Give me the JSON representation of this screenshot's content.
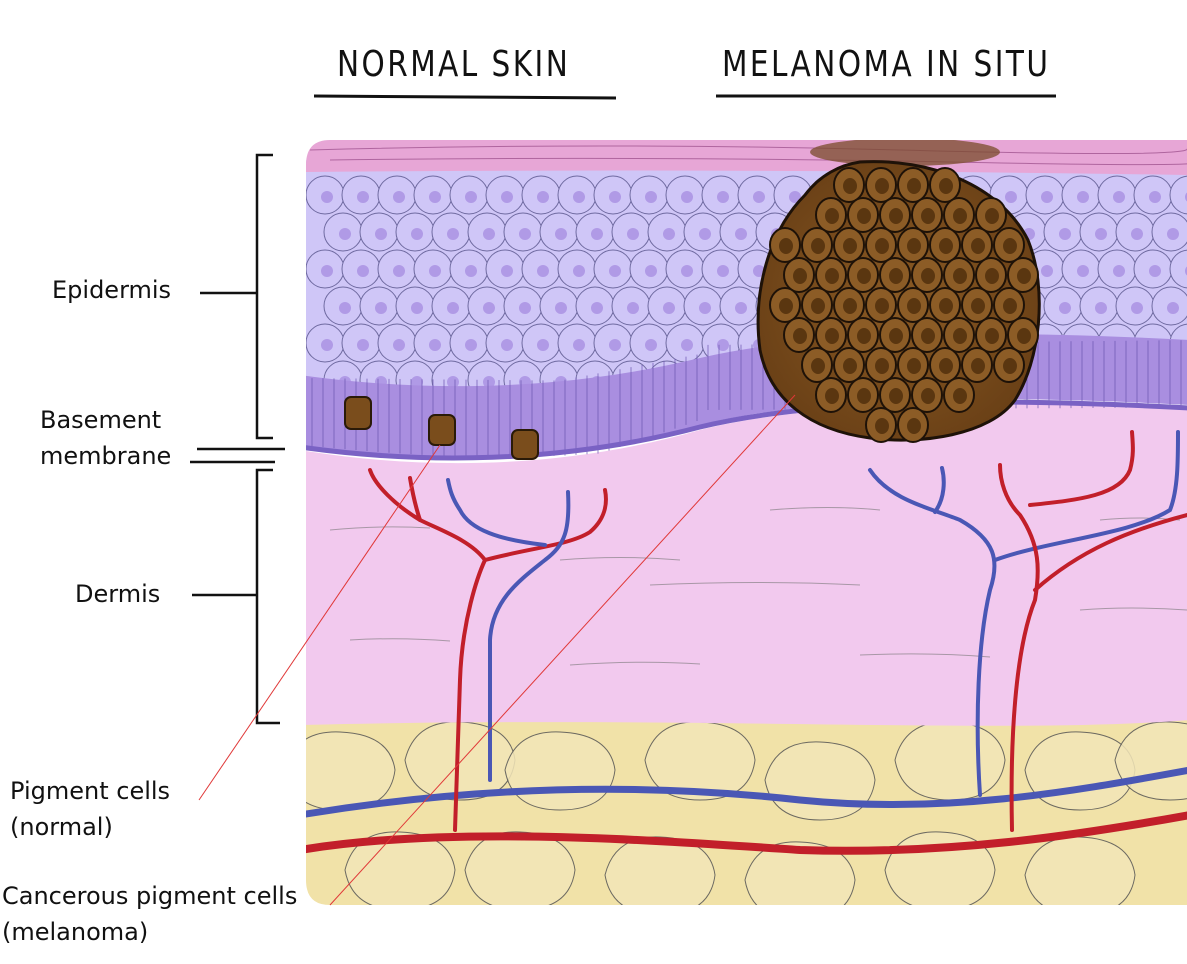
{
  "headers": {
    "normal_skin": "NORMAL SKIN",
    "melanoma_in_situ": "MELANOMA IN SITU"
  },
  "labels": {
    "epidermis": "Epidermis",
    "basement_membrane": "Basement\nmembrane",
    "dermis": "Dermis",
    "pigment_cells_normal": "Pigment cells\n(normal)",
    "cancerous_pigment_cells": "Cancerous pigment cells\n(melanoma)"
  },
  "colors": {
    "stratum_corneum": "#e7a6d6",
    "epidermis_cells": "#cfc6f7",
    "cell_nucleus": "#b09ae6",
    "basal_layer": "#a98ee0",
    "dermis": "#f2c9ee",
    "fat_layer": "#f1e2a8",
    "artery": "#c21f2a",
    "vein": "#4a57b5",
    "pigment_cell": "#7a4d1c",
    "leader_line": "#e03838"
  }
}
